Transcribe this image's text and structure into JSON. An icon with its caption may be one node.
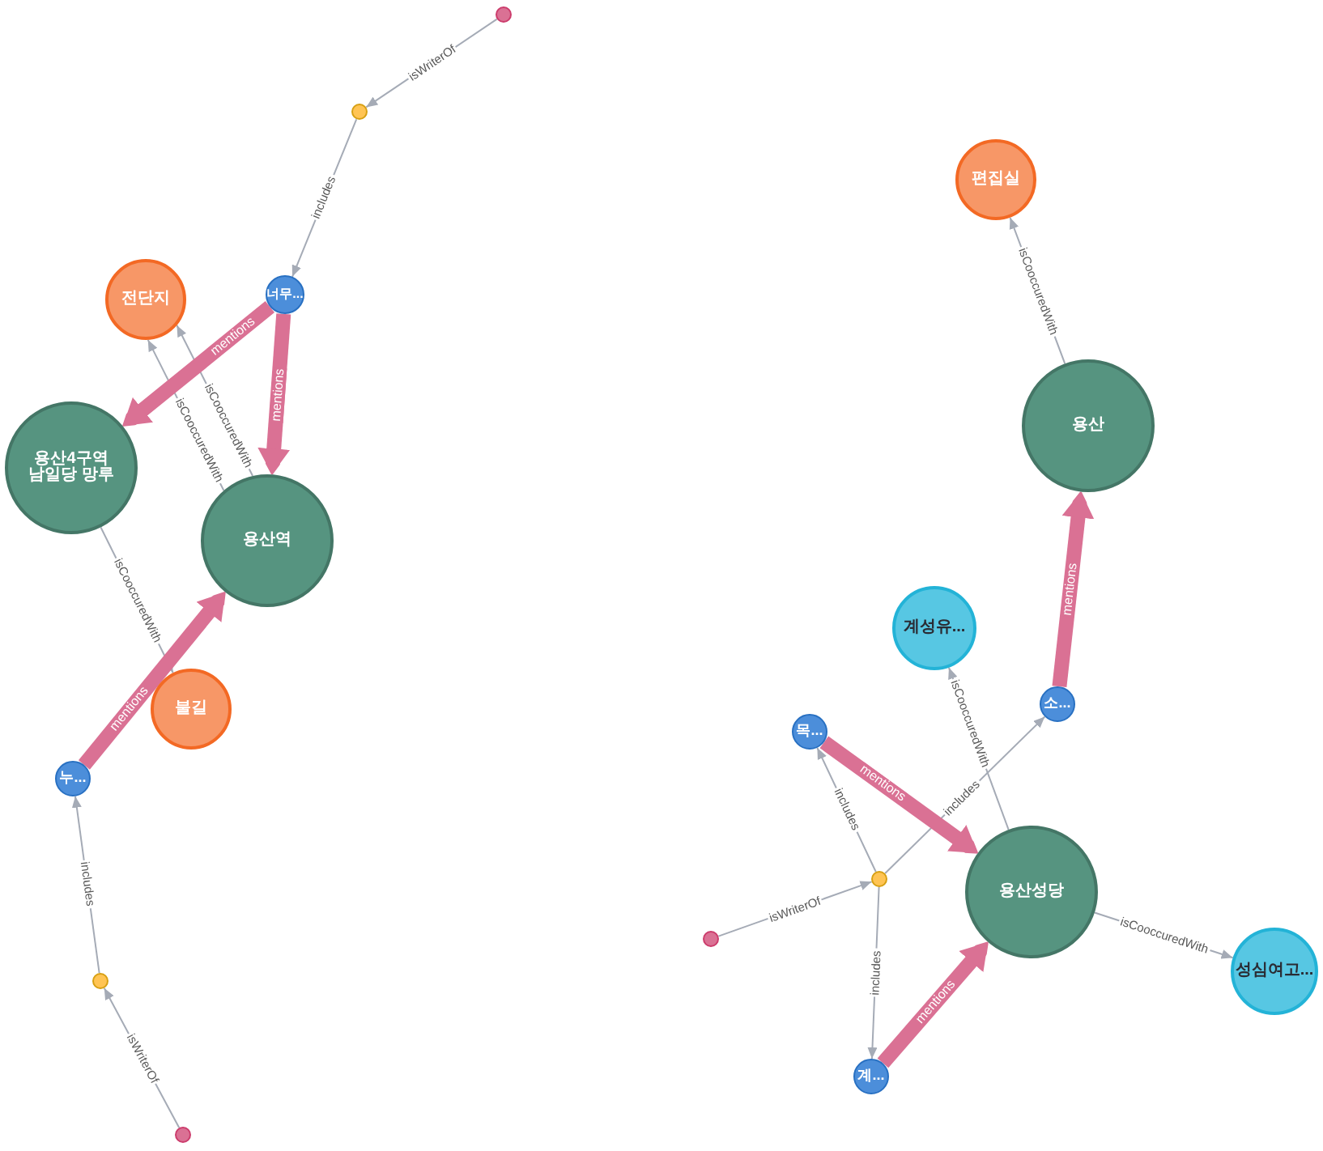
{
  "diagram": {
    "nodes": [
      {
        "text": [],
        "shape": "circle"
      },
      {
        "text": [],
        "shape": "circle"
      },
      {
        "text": [
          "너무..."
        ]
      },
      {
        "text": [
          "전단지"
        ]
      },
      {
        "text": [
          "용산4구역 남일당 망루"
        ]
      },
      {
        "text": [
          "용산역"
        ]
      },
      {
        "text": [
          "불길"
        ]
      },
      {
        "text": [
          "누..."
        ]
      },
      {
        "text": [],
        "shape": "circle"
      },
      {
        "text": [],
        "shape": "circle"
      },
      {
        "text": [
          "편집실"
        ]
      },
      {
        "text": [
          "용산"
        ]
      },
      {
        "text": [
          "계성유..."
        ]
      },
      {
        "text": [
          "소..."
        ]
      },
      {
        "text": [
          "목..."
        ]
      },
      {
        "text": [],
        "shape": "circle"
      },
      {
        "text": [],
        "shape": "circle"
      },
      {
        "text": [
          "용산성당"
        ]
      },
      {
        "text": [
          "성심여고..."
        ]
      },
      {
        "text": [
          "계..."
        ]
      }
    ],
    "edges": [
      {
        "from": 0,
        "to": 1,
        "arrow": "to",
        "label": "isWriterOf"
      },
      {
        "from": 1,
        "to": 2,
        "arrow": "to",
        "label": "includes"
      },
      {
        "from": 2,
        "to": 4,
        "arrow": "to",
        "label": "mentions",
        "style": "thick",
        "color": "#da7194"
      },
      {
        "from": 2,
        "to": 5,
        "arrow": "to",
        "label": "mentions",
        "style": "thick",
        "color": "#da7194"
      },
      {
        "from": 5,
        "to": 3,
        "arrow": "to",
        "label": "isCooccuredWith"
      },
      {
        "from": 5,
        "to": 3,
        "arrow": "to",
        "label": "isCooccuredWith"
      },
      {
        "from": 4,
        "to": 6,
        "arrow": "to",
        "label": "isCooccuredWith"
      },
      {
        "from": 7,
        "to": 5,
        "arrow": "to",
        "label": "mentions",
        "style": "thick",
        "color": "#da7194"
      },
      {
        "from": 8,
        "to": 7,
        "arrow": "to",
        "label": "includes"
      },
      {
        "from": 9,
        "to": 8,
        "arrow": "to",
        "label": "isWriterOf"
      },
      {
        "from": 11,
        "to": 10,
        "arrow": "to",
        "label": "isCooccuredWith"
      },
      {
        "from": 13,
        "to": 11,
        "arrow": "to",
        "label": "mentions",
        "style": "thick",
        "color": "#da7194"
      },
      {
        "from": 17,
        "to": 12,
        "arrow": "to",
        "label": "isCooccuredWith"
      },
      {
        "from": 15,
        "to": 13,
        "arrow": "to",
        "label": "includes"
      },
      {
        "from": 15,
        "to": 14,
        "arrow": "to",
        "label": "includes"
      },
      {
        "from": 14,
        "to": 17,
        "arrow": "to",
        "label": "mentions",
        "style": "thick",
        "color": "#da7194"
      },
      {
        "from": 16,
        "to": 15,
        "arrow": "to",
        "label": "isWriterOf"
      },
      {
        "from": 15,
        "to": 19,
        "arrow": "to",
        "label": "includes"
      },
      {
        "from": 19,
        "to": 17,
        "arrow": "to",
        "label": "mentions",
        "style": "thick",
        "color": "#da7194"
      },
      {
        "from": 17,
        "to": 18,
        "arrow": "to",
        "label": "isCooccuredWith"
      }
    ]
  }
}
